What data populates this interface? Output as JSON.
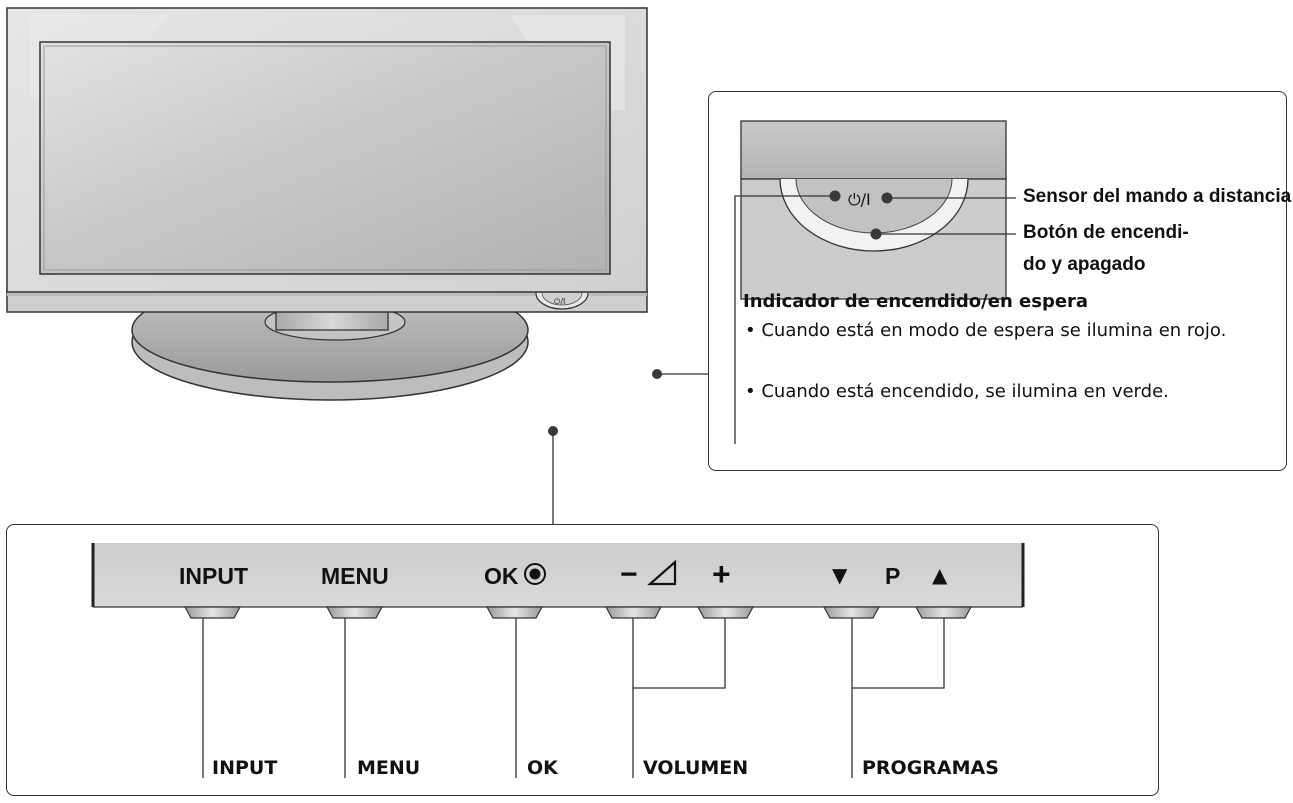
{
  "tv": {
    "power_marking": "⏻/I"
  },
  "callout_sensor": {
    "front_symbol": "⏻/I",
    "remote_sensor_label": "Sensor del mando a distancia",
    "power_button_label_line1": "Botón de encendi-",
    "power_button_label_line2": "do y apagado",
    "indicator_heading": "Indicador de encendido/en espera",
    "indicator_bullets": [
      "Cuando está en modo de espera se ilumina en rojo.",
      "Cuando está encendido, se ilumina en verde."
    ]
  },
  "control_panel": {
    "panel_labels": {
      "input": "INPUT",
      "menu": "MENU",
      "ok": "OK",
      "volume_minus": "−",
      "volume_plus": "+",
      "program_down": "▼",
      "program_p": "P",
      "program_up": "▲"
    },
    "button_names": {
      "input": "INPUT",
      "menu": "MENU",
      "ok": "OK",
      "volume": "VOLUMEN",
      "programs": "PROGRAMAS"
    }
  },
  "colors": {
    "line": "#333333",
    "panel_gray": "#d4d4d4",
    "screen_gray": "#b9b9b9",
    "dot": "#3a3a3a"
  }
}
